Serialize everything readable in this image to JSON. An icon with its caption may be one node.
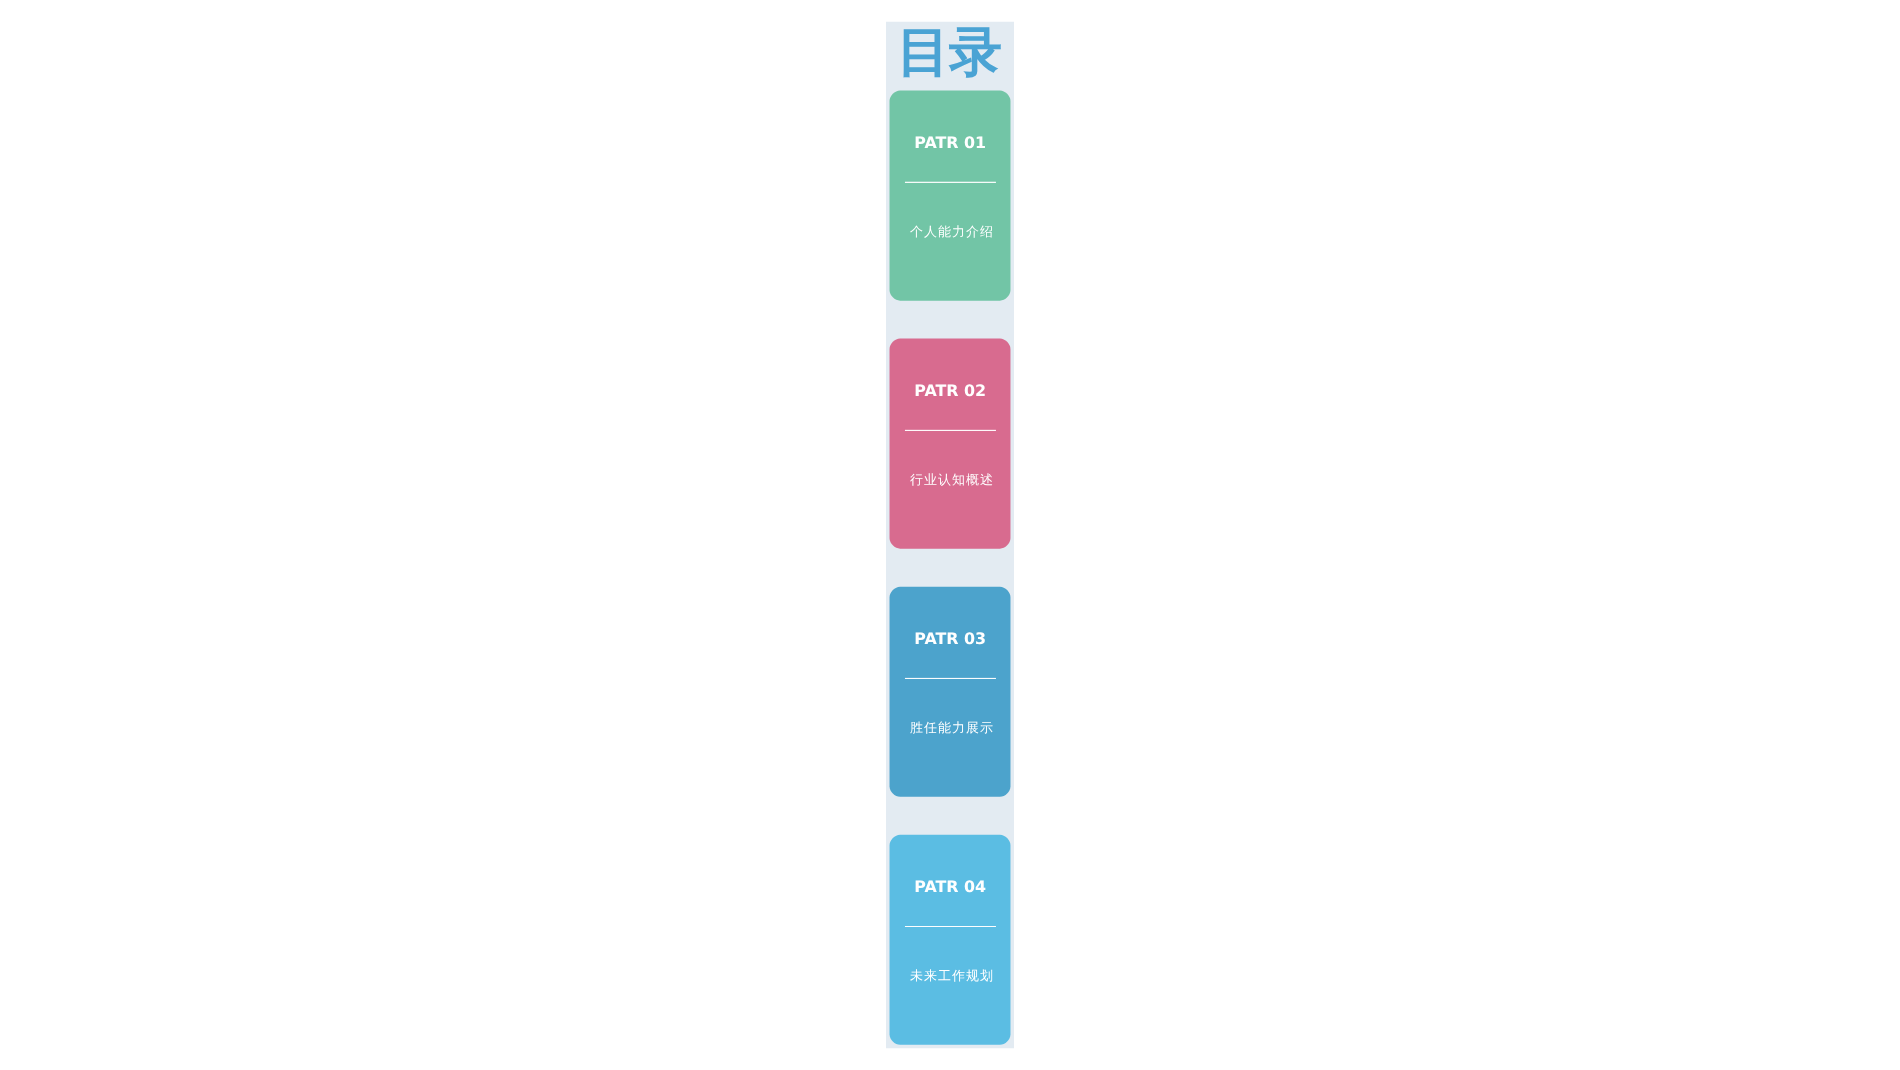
{
  "diagram": {
    "title": "目录",
    "nodes": [
      {
        "text": [
          "PATR 01",
          "个人能力介绍"
        ]
      },
      {
        "text": [
          "PATR 02",
          "行业认知概述"
        ]
      },
      {
        "text": [
          "PATR 03",
          "胜任能力展示"
        ]
      },
      {
        "text": [
          "PATR 04",
          "未来工作规划"
        ]
      }
    ],
    "edges": []
  }
}
